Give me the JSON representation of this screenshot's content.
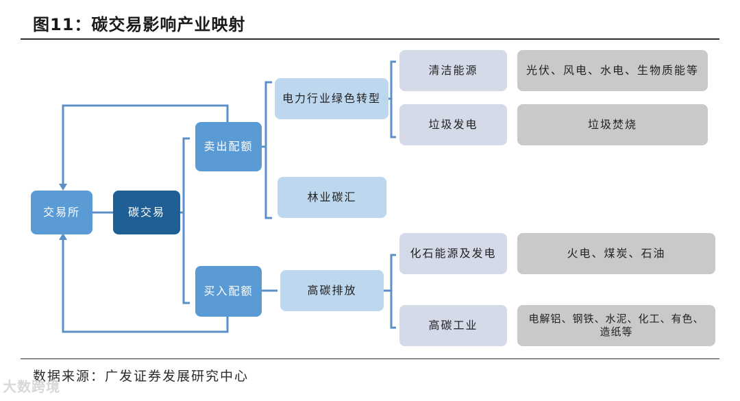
{
  "title": "图11：碳交易影响产业映射",
  "source": "数据来源：广发证券发展研究中心",
  "watermark": "大数跨境",
  "nodes": {
    "exchange": "交易所",
    "carbon_trading": "碳交易",
    "sell_quota": "卖出配额",
    "buy_quota": "买入配额",
    "power_green": "电力行业绿色转型",
    "forestry": "林业碳汇",
    "high_carbon": "高碳排放",
    "clean_energy": "清洁能源",
    "waste_power": "垃圾发电",
    "fossil_energy": "化石能源及发电",
    "high_carbon_industry": "高碳工业",
    "clean_energy_examples": "光伏、风电、水电、生物质能等",
    "waste_incineration": "垃圾焚烧",
    "fossil_examples": "火电、煤炭、石油",
    "industry_examples_1": "电解铝、钢铁、水泥、化工、有色、",
    "industry_examples_2": "造纸等"
  },
  "colors": {
    "line": "#5b8fc7",
    "mid_blue": "#5b9bd5",
    "dark_blue": "#1f5f96",
    "light_blue": "#bdd7ee",
    "pale_blue": "#d4dae8",
    "gray": "#c9c9c9"
  }
}
